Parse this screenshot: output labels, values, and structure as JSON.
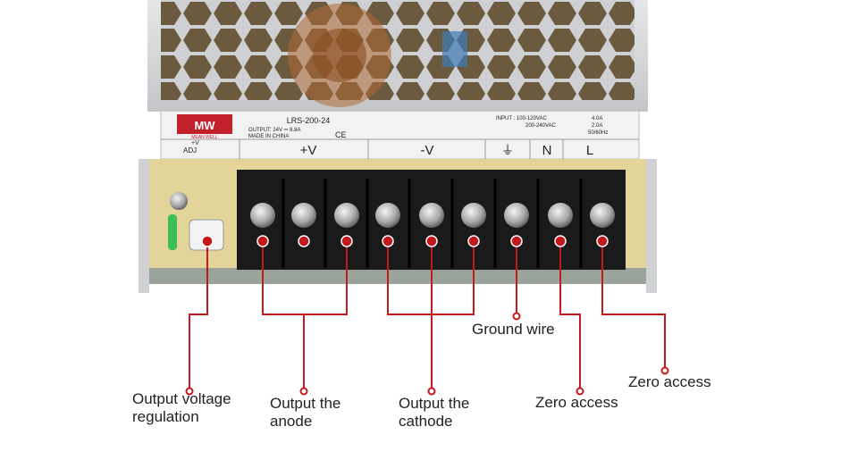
{
  "unit": {
    "brand": "MW",
    "brand_sub": "MEAN WELL",
    "model": "LRS-200-24",
    "output_spec": "OUTPUT: 24V ⎓ 8.8A",
    "made_in": "MADE IN CHINA",
    "ce": "CE",
    "input_label": "INPUT : 100-120VAC",
    "input_current_1": "4.0A",
    "input_range_2": "200-240VAC",
    "input_current_2": "2.0A",
    "frequency": "50/60Hz",
    "adj_label_top": "+V",
    "adj_label": "ADJ",
    "terminal_plus": "+V",
    "terminal_minus": "-V",
    "terminal_ground": "⏚",
    "terminal_n": "N",
    "terminal_l": "L"
  },
  "callouts": {
    "output_voltage_regulation": "Output voltage\nregulation",
    "output_anode": "Output the\nanode",
    "output_cathode": "Output the\ncathode",
    "ground_wire": "Ground wire",
    "zero_access_1": "Zero access",
    "zero_access_2": "Zero access"
  },
  "colors": {
    "callout_line": "#c4191c",
    "metal": "#d9dadc",
    "terminal_block": "#1a1a1a",
    "pcb": "#e3d49a"
  }
}
